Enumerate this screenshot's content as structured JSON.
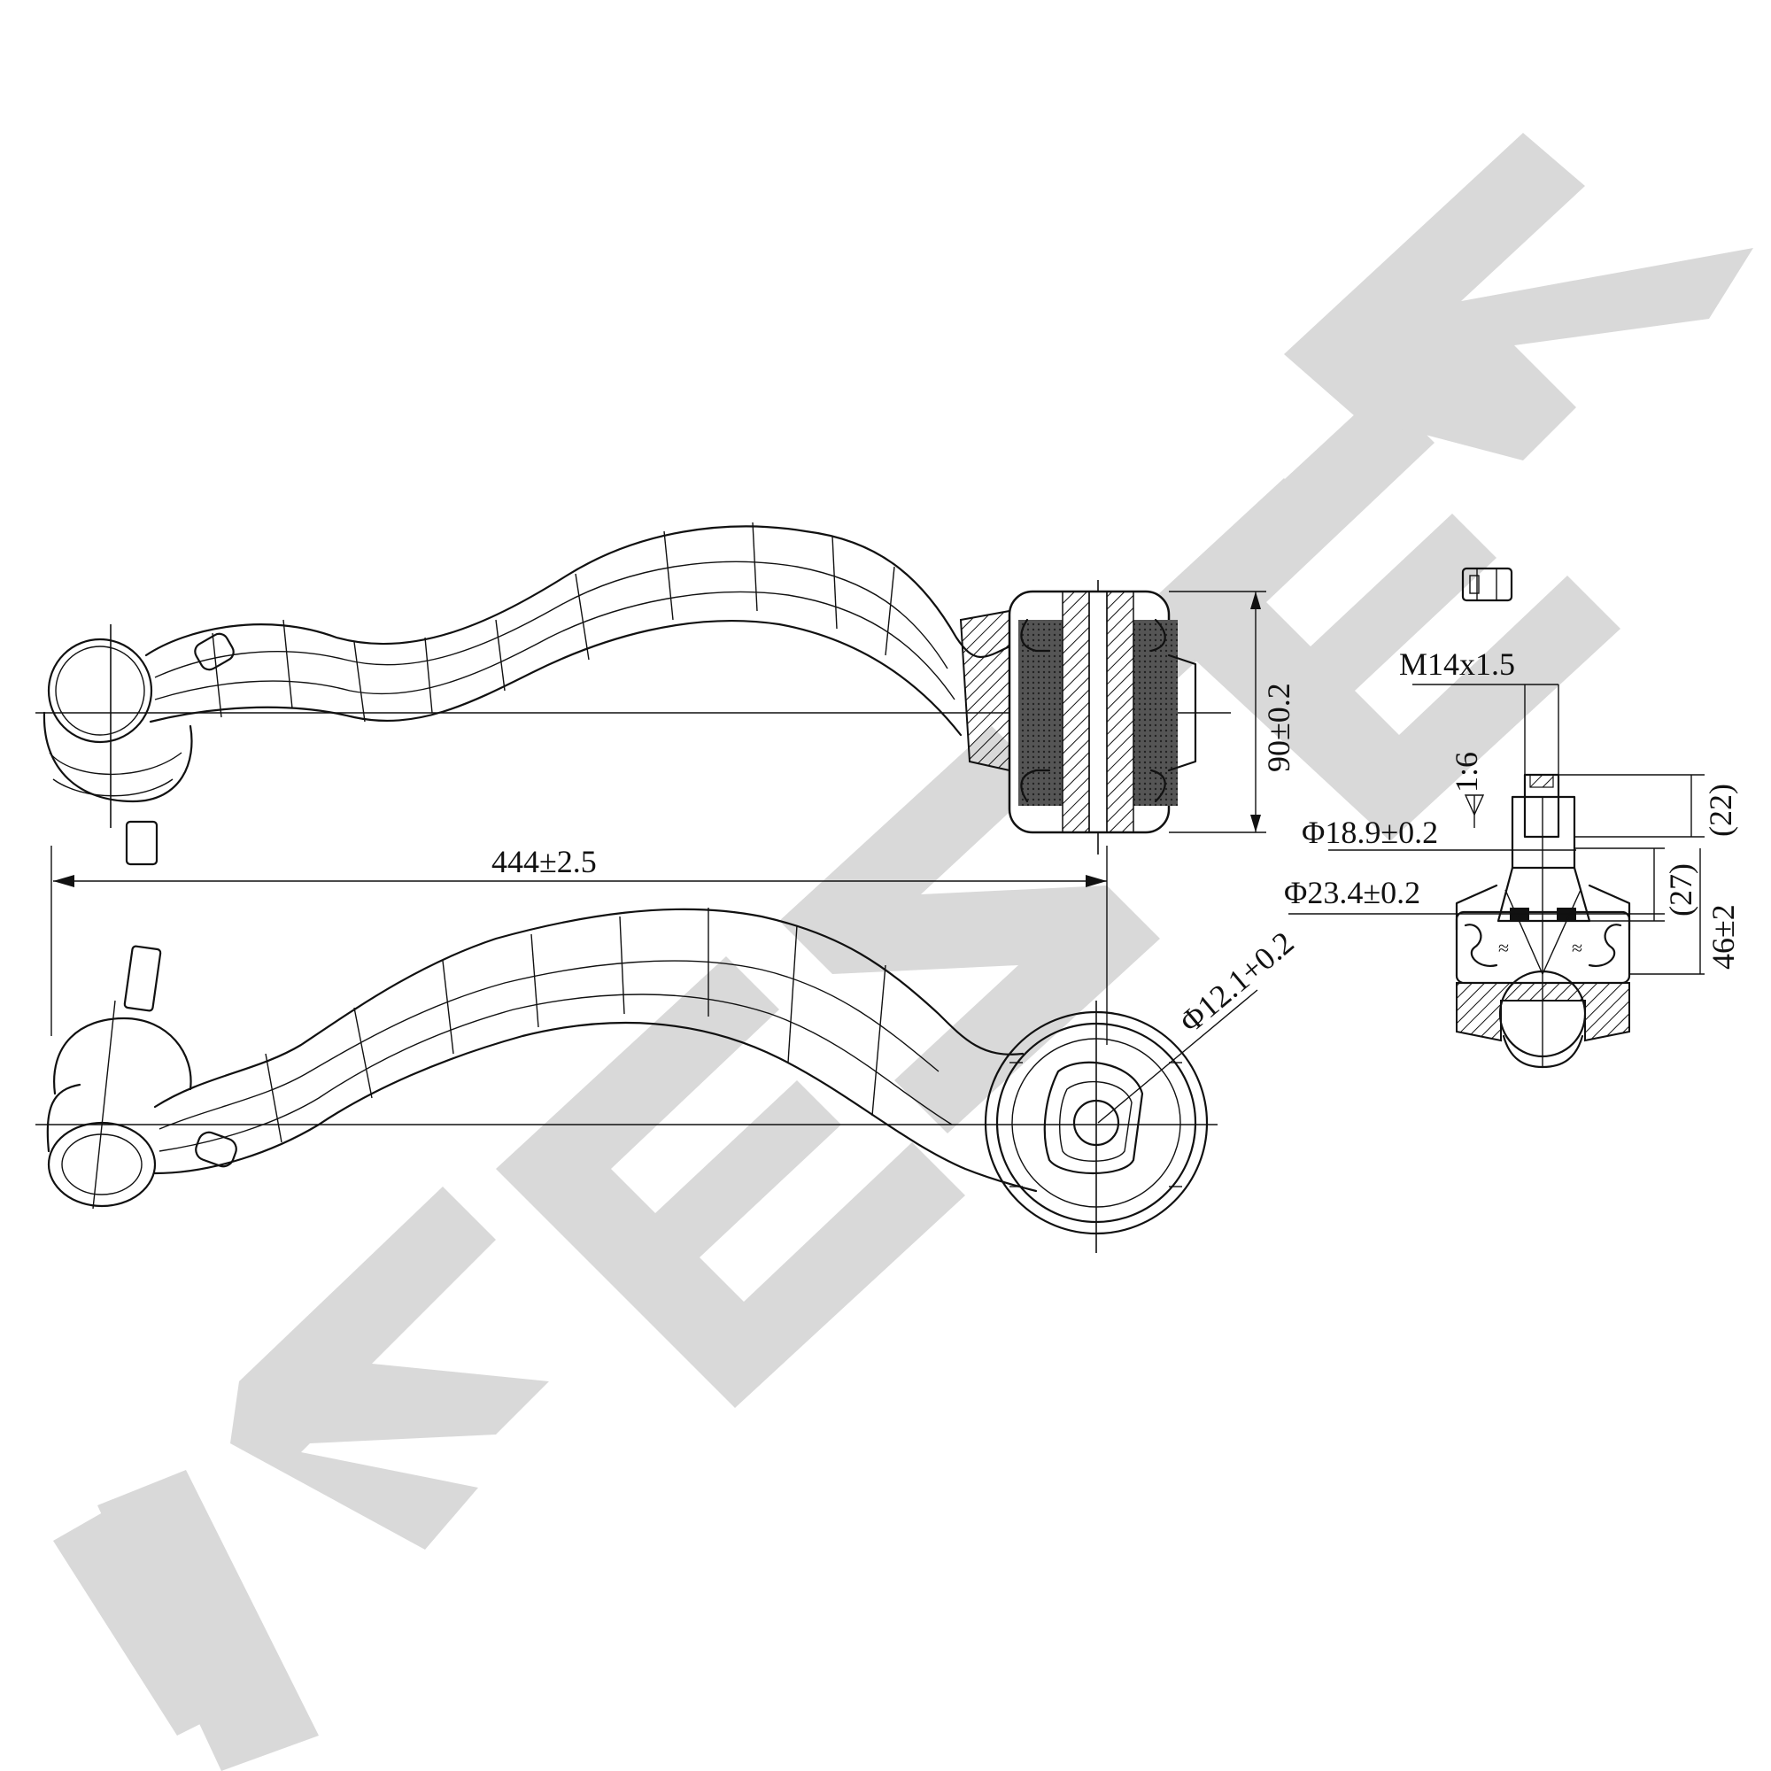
{
  "watermark": {
    "text": "ZENIEK",
    "color": "#d9d9d9"
  },
  "labels": {
    "length": "444±2.5",
    "bushing_height": "90±0.2",
    "hole_diameter": "Φ12.1+0.2",
    "thread": "M14x1.5",
    "taper": "1:6",
    "stud_diameter_small": "Φ18.9±0.2",
    "stud_diameter_large": "Φ23.4±0.2",
    "ref_22": "(22)",
    "ref_27": "(27)",
    "height_46": "46±2"
  },
  "colors": {
    "line": "#111111",
    "background": "#ffffff"
  }
}
